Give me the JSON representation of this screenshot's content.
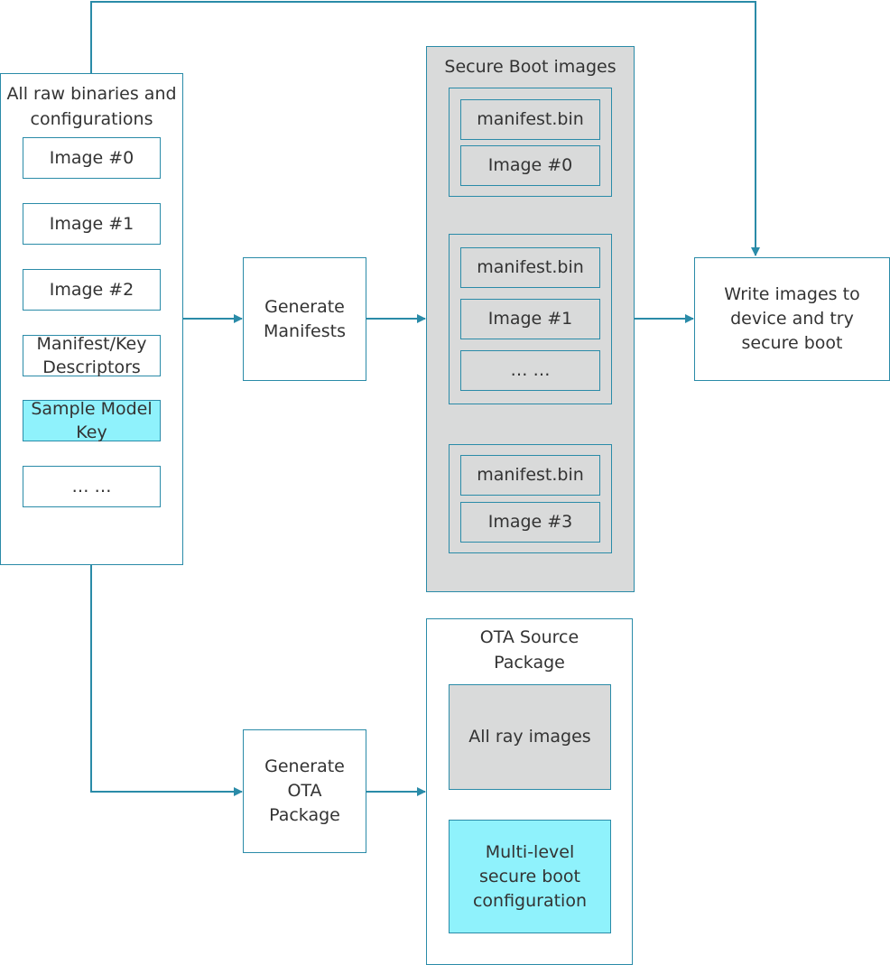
{
  "left_panel": {
    "title": "All raw binaries and configurations",
    "items": [
      "Image #0",
      "Image #1",
      "Image #2",
      "Manifest/Key Descriptors",
      "Sample Model Key",
      "… …"
    ]
  },
  "generate_manifests": "Generate Manifests",
  "secure_boot": {
    "title": "Secure Boot images",
    "groups": [
      {
        "manifest": "manifest.bin",
        "image": "Image #0"
      },
      {
        "manifest": "manifest.bin",
        "image": "Image #1",
        "extra": "… …"
      },
      {
        "manifest": "manifest.bin",
        "image": "Image #3"
      }
    ]
  },
  "write_images": "Write images to device and try secure boot",
  "generate_ota": "Generate OTA Package",
  "ota_package": {
    "title": "OTA Source Package",
    "raw_images": "All ray images",
    "config": "Multi-level secure boot configuration"
  },
  "colors": {
    "line": "#2a8ba8",
    "arrow_red": "#d0283a",
    "gray_fill": "#d9dada",
    "cyan_fill": "#8ff2fc"
  }
}
